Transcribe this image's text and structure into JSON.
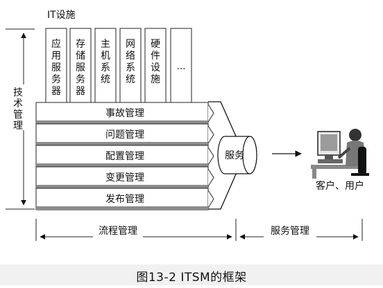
{
  "infrastructure": {
    "title": "IT设施",
    "columns": [
      "应用服务器",
      "存储服务器",
      "主机系统",
      "网络系统",
      "硬件设施",
      "…"
    ]
  },
  "tech_management_label": "技术管理",
  "processes": [
    "事故管理",
    "问题管理",
    "配置管理",
    "变更管理",
    "发布管理"
  ],
  "service_label": "服务",
  "customer_label": "客户、用户",
  "bottom": {
    "process_management": "流程管理",
    "service_management": "服务管理"
  },
  "caption": "图13-2  ITSM的框架"
}
